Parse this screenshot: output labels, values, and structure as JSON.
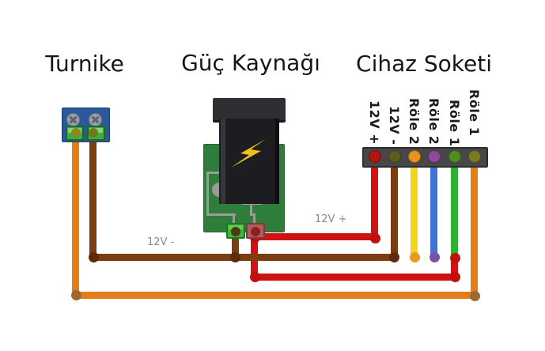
{
  "sections": {
    "turnstile": {
      "title": "Turnike"
    },
    "power_supply": {
      "title": "Güç Kaynağı"
    },
    "device_socket": {
      "title": "Cihaz Soketi"
    }
  },
  "socket_pins": [
    {
      "label": "12V +",
      "wire": "red"
    },
    {
      "label": "12V -",
      "wire": "brown"
    },
    {
      "label": "Röle 2",
      "wire": "yellow"
    },
    {
      "label": "Röle 2",
      "wire": "blue"
    },
    {
      "label": "Röle 1",
      "wire": "green"
    },
    {
      "label": "Röle 1",
      "wire": "orange"
    }
  ],
  "wire_labels": {
    "negative": "12V -",
    "positive": "12V +"
  },
  "colors": {
    "wire-red": "#cf1313",
    "wire-brown": "#7c3c12",
    "wire-orange": "#e27d18",
    "wire-yellow": "#f2d519",
    "wire-blue": "#4073d2",
    "wire-green": "#2fb233",
    "dot-red": "#c01010",
    "dot-brown": "#5c2a0c",
    "dot-orange-brown": "#9a6a30",
    "dot-yellow-cap": "#e89a22",
    "dot-blue-cap": "#7b51a6",
    "pcb-green": "#2e7d3a",
    "terminal-blue": "#29599a",
    "connector-gray": "#474747",
    "bolt-yellow": "#efc11d",
    "label-gray": "#8a8a8a",
    "title-black": "#161616",
    "trace-gray": "#9a9a9a",
    "transformer-black": "#1d1d21",
    "transformer-cap": "#2e2e33",
    "psu-terminal-green": "#3cb93c",
    "psu-terminal-red": "#b25c5c",
    "pin-red": "#b31515",
    "pin-brown": "#5c5e1f",
    "pin-yellow": "#e5941d",
    "pin-blue": "#8d4a9d",
    "pin-green": "#4f8d23",
    "pin-orange": "#7b7b23"
  }
}
